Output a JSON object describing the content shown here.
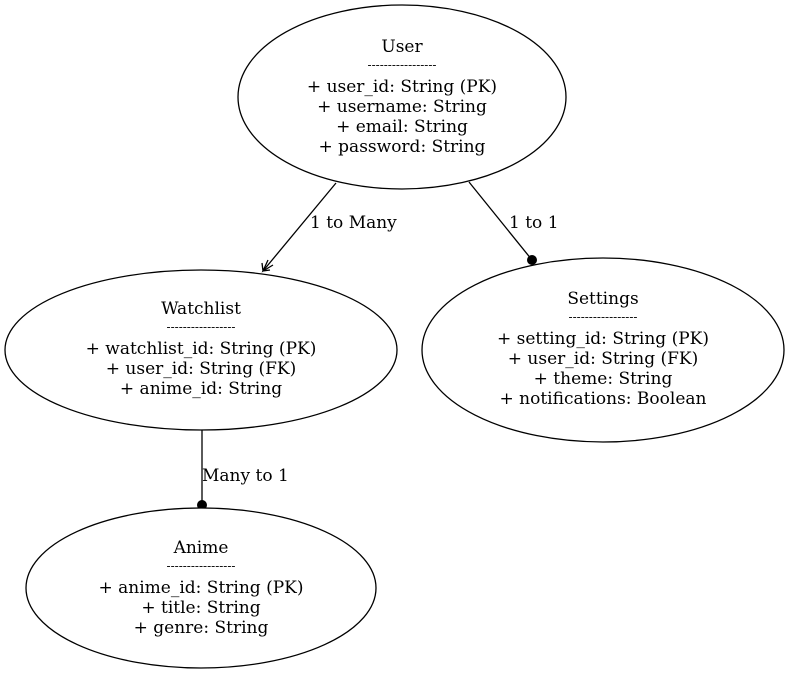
{
  "nodes": {
    "user": {
      "title": "User",
      "separator": "-----------------",
      "fields": [
        "+ user_id: String (PK)",
        "+ username: String",
        "+ email: String",
        "+ password: String"
      ]
    },
    "watchlist": {
      "title": "Watchlist",
      "separator": "-----------------",
      "fields": [
        "+ watchlist_id: String (PK)",
        "+ user_id: String (FK)",
        "+ anime_id: String"
      ]
    },
    "settings": {
      "title": "Settings",
      "separator": "-----------------",
      "fields": [
        "+ setting_id: String (PK)",
        "+ user_id: String (FK)",
        "+ theme: String",
        "+ notifications: Boolean"
      ]
    },
    "anime": {
      "title": "Anime",
      "separator": "-----------------",
      "fields": [
        "+ anime_id: String (PK)",
        "+ title: String",
        "+ genre: String"
      ]
    }
  },
  "edges": {
    "user_watchlist": "1 to Many",
    "user_settings": "1 to 1",
    "watchlist_anime": "Many to 1"
  }
}
